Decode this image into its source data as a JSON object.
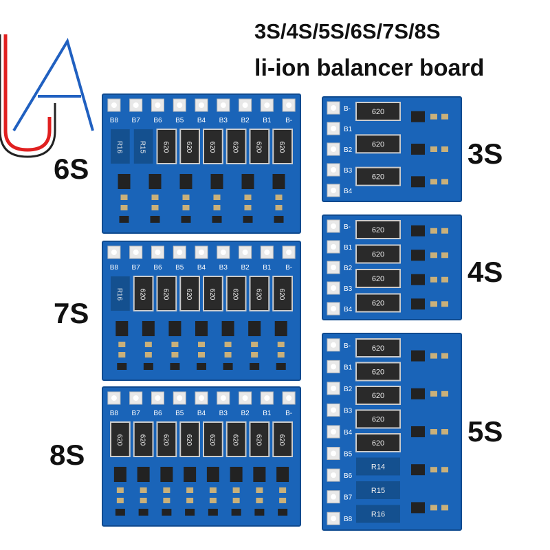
{
  "title": {
    "line1": "3S/4S/5S/6S/7S/8S",
    "line2": "li-ion balancer board"
  },
  "colors": {
    "pcb": "#1a64b8",
    "pcb_dark": "#0f4a8f",
    "resistor": "#2a2a2a",
    "logo_red": "#e02020",
    "logo_blue": "#2060c0"
  },
  "boards": [
    {
      "id": "6S",
      "label": "6S",
      "resistor_mark": "620",
      "cells": 6,
      "pads": [
        "B8",
        "B7",
        "B6",
        "B5",
        "B4",
        "B3",
        "B2",
        "B1",
        "B-"
      ],
      "resistors": [
        "R16",
        "R15",
        "620",
        "620",
        "620",
        "620",
        "620",
        "620"
      ]
    },
    {
      "id": "7S",
      "label": "7S",
      "resistor_mark": "620",
      "cells": 7,
      "pads": [
        "B8",
        "B7",
        "B6",
        "B5",
        "B4",
        "B3",
        "B2",
        "B1",
        "B-"
      ],
      "resistors": [
        "R16",
        "620",
        "620",
        "620",
        "620",
        "620",
        "620",
        "620"
      ]
    },
    {
      "id": "8S",
      "label": "8S",
      "resistor_mark": "620",
      "cells": 8,
      "pads": [
        "B8",
        "B7",
        "B6",
        "B5",
        "B4",
        "B3",
        "B2",
        "B1",
        "B-"
      ],
      "resistors": [
        "620",
        "620",
        "620",
        "620",
        "620",
        "620",
        "620",
        "620"
      ]
    },
    {
      "id": "3S",
      "label": "3S",
      "resistor_mark": "620",
      "cells": 3,
      "pads": [
        "B-",
        "B1",
        "B2",
        "B3",
        "B4"
      ],
      "resistors": [
        "620",
        "620",
        "620"
      ]
    },
    {
      "id": "4S",
      "label": "4S",
      "resistor_mark": "620",
      "cells": 4,
      "pads": [
        "B-",
        "B1",
        "B2",
        "B3",
        "B4"
      ],
      "resistors": [
        "620",
        "620",
        "620",
        "620"
      ]
    },
    {
      "id": "5S",
      "label": "5S",
      "resistor_mark": "620",
      "cells": 5,
      "pads": [
        "B-",
        "B1",
        "B2",
        "B3",
        "B4",
        "B5",
        "B6",
        "B7",
        "B8"
      ],
      "resistors": [
        "620",
        "620",
        "620",
        "620",
        "620",
        "R14",
        "R15",
        "R16"
      ]
    }
  ]
}
